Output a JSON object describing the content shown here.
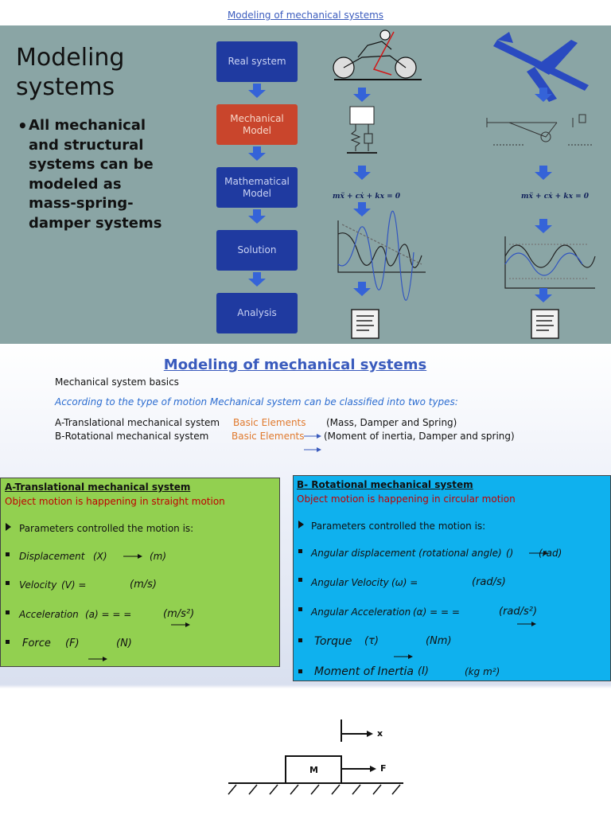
{
  "top_link": "Modeling of mechanical systems",
  "slide": {
    "title_line1": "Modeling",
    "title_line2": "systems",
    "bullet": "All mechanical and structural systems can be modeled as mass-spring-damper systems",
    "flow": [
      "Real system",
      "Mechanical Model",
      "Mathematical Model",
      "Solution",
      "Analysis"
    ],
    "equation_left": "mẍ + cẋ + kx = 0",
    "equation_right": "mẍ + cẋ + kx = 0"
  },
  "mid": {
    "title": "Modeling of mechanical systems",
    "basics": "Mechanical system basics",
    "according": "According to the type of motion Mechanical system can be classified into two types:",
    "a_label": "A-Translational mechanical system",
    "a_basic": "Basic Elements",
    "a_elements": "(Mass, Damper and Spring)",
    "b_label": "B-Rotational mechanical system",
    "b_basic": "Basic Elements",
    "b_elements": "(Moment of inertia, Damper and spring)"
  },
  "box_a": {
    "heading": "A-Translational mechanical system",
    "sub": "Object motion is happening in straight motion",
    "params": "Parameters controlled the motion is:",
    "disp": "Displacement",
    "disp_sym": "(X)",
    "disp_unit": "(m)",
    "vel": "Velocity",
    "vel_sym": "(V) =",
    "vel_unit": "(m/s)",
    "acc": "Acceleration",
    "acc_sym": "(a) = = =",
    "acc_unit": "(m/s²)",
    "force": "Force",
    "force_sym": "(F)",
    "force_unit": "(N)"
  },
  "box_b": {
    "heading": "B- Rotational mechanical system",
    "sub": "Object motion is happening in circular motion",
    "params": "Parameters controlled the motion is:",
    "ang_disp": "Angular displacement (rotational angle)",
    "ang_disp_sym": "()",
    "ang_disp_unit": "(rad)",
    "ang_vel": "Angular Velocity",
    "ang_vel_sym": "(ω) =",
    "ang_vel_unit": "(rad/s)",
    "ang_acc": "Angular Acceleration",
    "ang_acc_sym": "(α) = = =",
    "ang_acc_unit": "(rad/s²)",
    "torque": "Torque",
    "torque_sym": "(τ)",
    "torque_unit": "(Nm)",
    "moi": "Moment of Inertia",
    "moi_sym": "(I)",
    "moi_unit": "(kg m²)"
  },
  "figure": {
    "x_label": "x",
    "mass_label": "M",
    "force_label": "F"
  }
}
